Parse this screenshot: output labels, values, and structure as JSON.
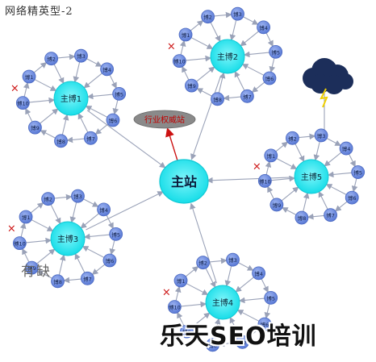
{
  "title": "网络精英型-2",
  "main_station": "主站",
  "authority_site": "行业权威站",
  "defect_label": "有缺",
  "banner": "乐天SEO培训",
  "hubs": [
    {
      "label": "主博1",
      "spokes": [
        "博1",
        "博2",
        "博3",
        "博4",
        "博5",
        "博6",
        "博7",
        "博8",
        "博9",
        "博10"
      ]
    },
    {
      "label": "主博2",
      "spokes": [
        "博1",
        "博2",
        "博3",
        "博4",
        "博5",
        "博6",
        "博7",
        "博8",
        "博9",
        "博10"
      ]
    },
    {
      "label": "主博5",
      "spokes": [
        "博1",
        "博2",
        "博3",
        "博4",
        "博5",
        "博6",
        "博7",
        "博8",
        "博9",
        "博10"
      ]
    },
    {
      "label": "主博3",
      "spokes": [
        "博1",
        "博2",
        "博3",
        "博4",
        "博5",
        "博6",
        "博7",
        "博8",
        "博9",
        "博10"
      ]
    },
    {
      "label": "主博4",
      "spokes": [
        "博1",
        "博2",
        "博3",
        "博4",
        "博5",
        "博6",
        "博7",
        "博8",
        "博9",
        "博10"
      ]
    }
  ],
  "marker_symbol": "×",
  "colors": {
    "node_fill": "#6f8fe0",
    "node_stroke": "#4a68c0",
    "hub_fill": "#2ee6ee",
    "authority_fill": "#8a8a8a",
    "authority_text": "#c00000",
    "arrow": "#9aa2b8",
    "red_arrow": "#cc1111",
    "cloud": "#1c2e5a"
  }
}
